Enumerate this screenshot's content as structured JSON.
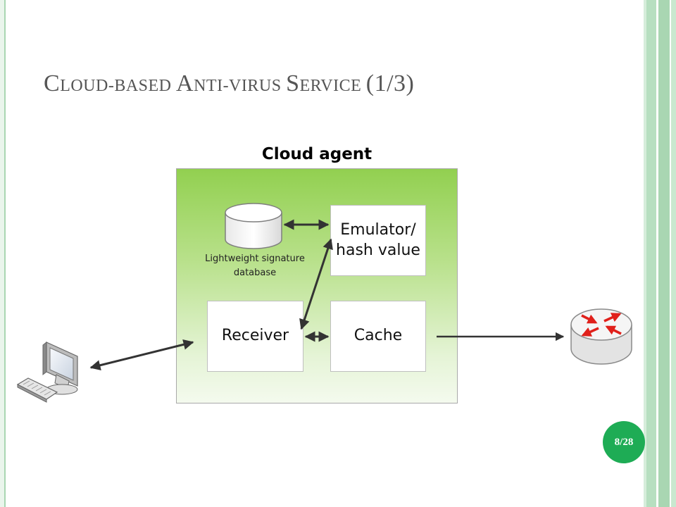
{
  "slide": {
    "title_parts": [
      {
        "text": "C",
        "cls": "big"
      },
      {
        "text": "LOUD-BASED ",
        "cls": "sm"
      },
      {
        "text": "A",
        "cls": "big"
      },
      {
        "text": "NTI-VIRUS ",
        "cls": "sm"
      },
      {
        "text": "S",
        "cls": "big"
      },
      {
        "text": "ERVICE ",
        "cls": "sm"
      },
      {
        "text": "(1/3)",
        "cls": "big"
      }
    ],
    "page_number": "8/28"
  },
  "diagram": {
    "container_title": "Cloud agent",
    "database_label_line1": "Lightweight signature",
    "database_label_line2": "database",
    "emulator_line1": "Emulator/",
    "emulator_line2": "hash value",
    "receiver": "Receiver",
    "cache": "Cache"
  },
  "colors": {
    "agent_green": "#92d050",
    "badge_green": "#1eac55",
    "title_gray": "#555555",
    "router_arrow_red": "#e0201b"
  },
  "icons": [
    "computer-icon",
    "keyboard-icon",
    "database-icon",
    "router-icon"
  ]
}
